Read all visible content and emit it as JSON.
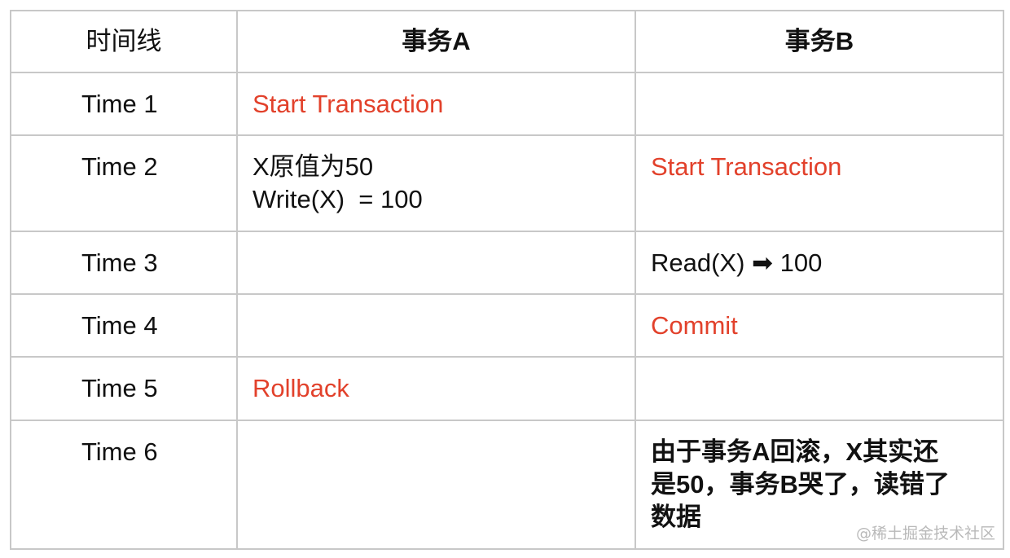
{
  "headers": {
    "timeline": "时间线",
    "txA": "事务A",
    "txB": "事务B"
  },
  "rows": [
    {
      "time": "Time 1",
      "a": [
        "Start Transaction"
      ],
      "b": []
    },
    {
      "time": "Time 2",
      "a": [
        "X原值为50",
        "Write(X)  = 100"
      ],
      "b": [
        "Start Transaction"
      ]
    },
    {
      "time": "Time 3",
      "a": [],
      "b": [
        "Read(X) ➡ 100"
      ]
    },
    {
      "time": "Time 4",
      "a": [],
      "b": [
        "Commit"
      ]
    },
    {
      "time": "Time 5",
      "a": [
        "Rollback"
      ],
      "b": []
    },
    {
      "time": "Time 6",
      "a": [],
      "b": [
        "由于事务A回滚，X其实还",
        "是50，事务B哭了，读错了",
        "数据"
      ]
    }
  ],
  "colors": {
    "highlight": "#e2412b",
    "border": "#c8c8c8",
    "watermark": "#b9b9b9"
  },
  "watermark": "@稀土掘金技术社区"
}
